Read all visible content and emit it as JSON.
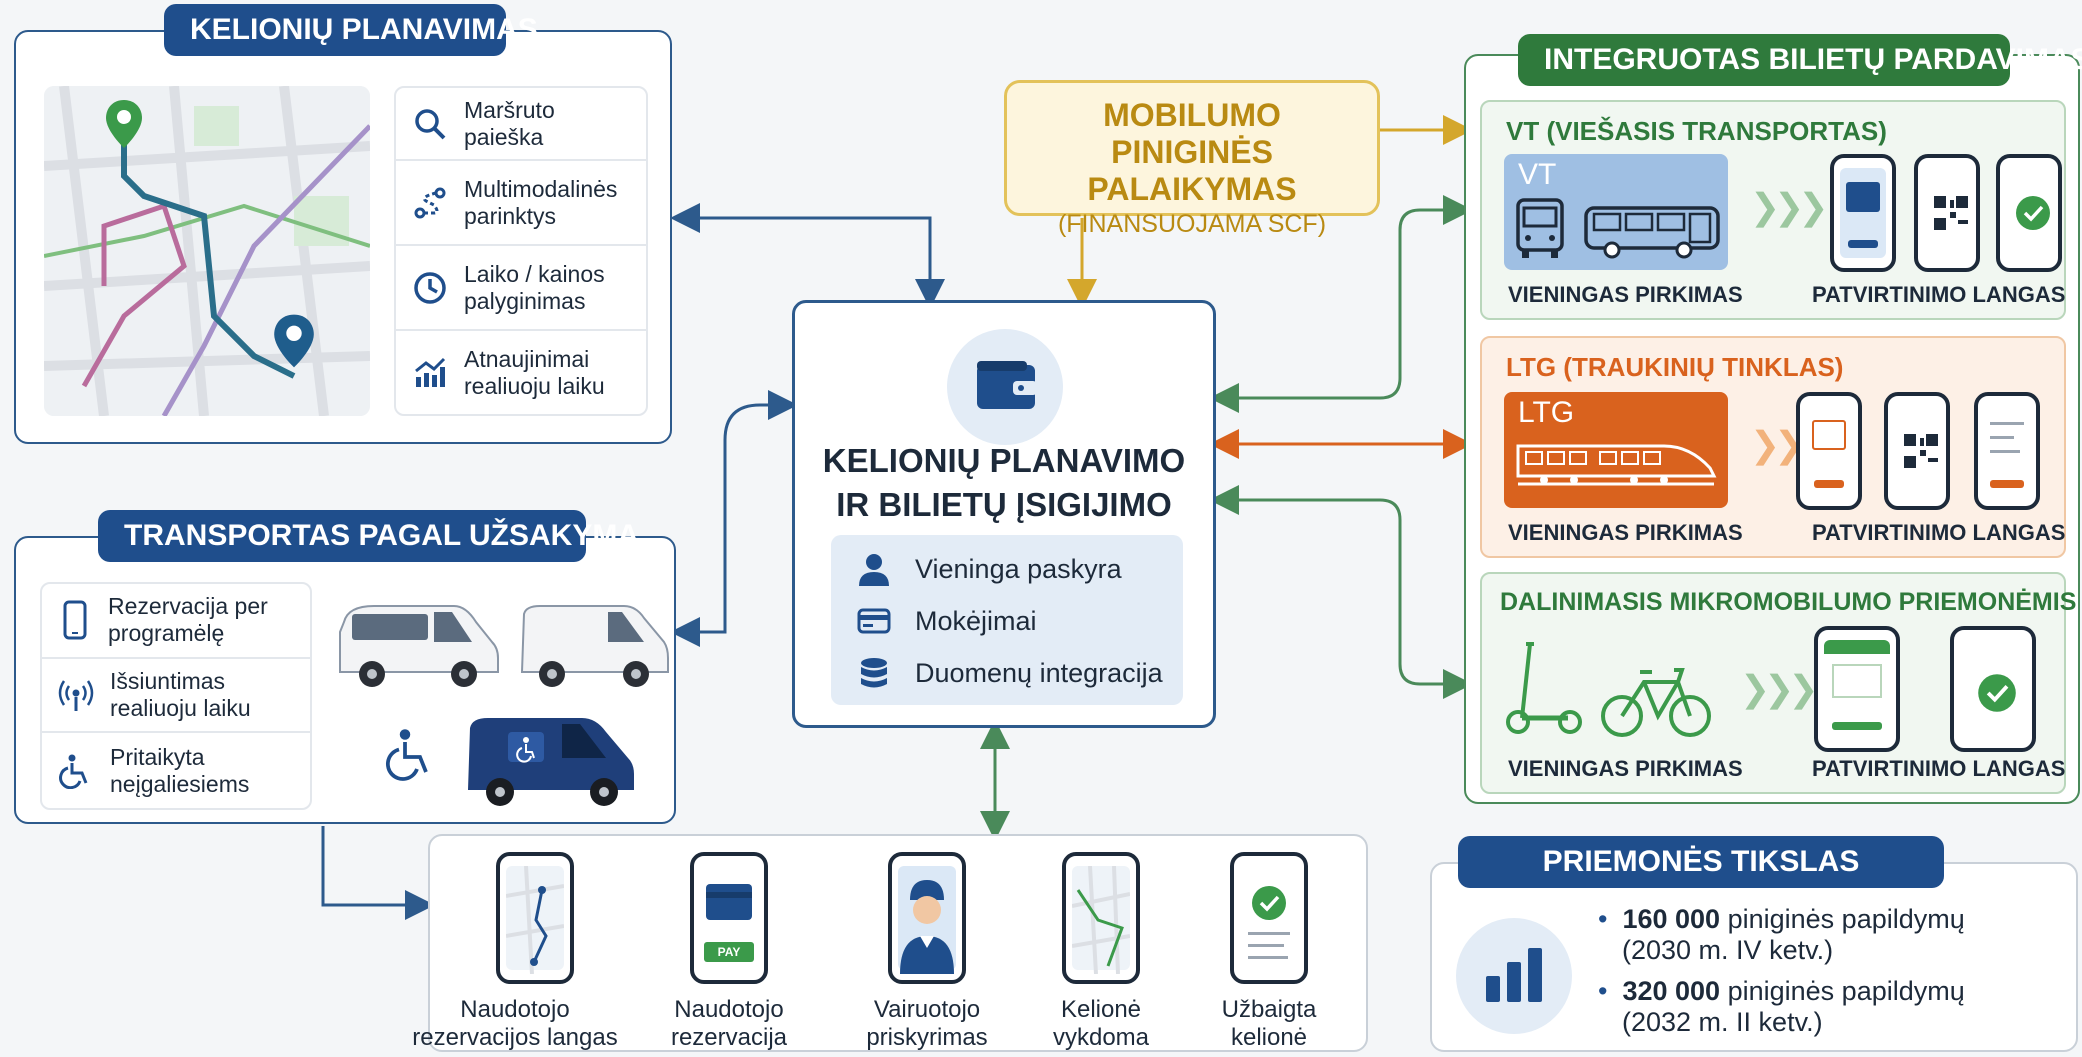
{
  "trip_planning": {
    "title": "KELIONIŲ PLANAVIMAS",
    "features": [
      {
        "icon": "search-icon",
        "label": "Maršruto paieška"
      },
      {
        "icon": "route-icon",
        "label": "Multimodalinės parinktys"
      },
      {
        "icon": "clock-icon",
        "label": "Laiko / kainos palyginimas"
      },
      {
        "icon": "chart-trend-icon",
        "label": "Atnaujinimai realiuoju laiku"
      }
    ]
  },
  "wallet_support": {
    "title": "MOBILUMO PINIGINĖS PALAIKYMAS",
    "subtitle": "(FINANSUOJAMA SCF)"
  },
  "central_system": {
    "title": "KELIONIŲ PLANAVIMO IR BILIETŲ ĮSIGIJIMO SISTEMA",
    "items": [
      {
        "icon": "user-icon",
        "label": "Vieninga paskyra"
      },
      {
        "icon": "payment-card-icon",
        "label": "Mokėjimai"
      },
      {
        "icon": "database-icon",
        "label": "Duomenų integracija"
      }
    ]
  },
  "on_demand": {
    "title": "TRANSPORTAS PAGAL UŽSAKYMĄ",
    "features": [
      {
        "icon": "smartphone-icon",
        "label": "Rezervacija per programėlę"
      },
      {
        "icon": "broadcast-icon",
        "label": "Išsiuntimas realiuoju laiku"
      },
      {
        "icon": "wheelchair-icon",
        "label": "Pritaikyta neįgaliesiems"
      }
    ]
  },
  "ticketing": {
    "title": "INTEGRUOTAS BILIETŲ PARDAVIMAS",
    "sections": [
      {
        "title": "VT (VIEŠASIS TRANSPORTAS)",
        "badge": "VT",
        "left_label": "VIENINGAS PIRKIMAS",
        "right_label": "PATVIRTINIMO LANGAS",
        "color": "#1f4e8c"
      },
      {
        "title": "LTG (TRAUKINIŲ TINKLAS)",
        "badge": "LTG",
        "left_label": "VIENINGAS PIRKIMAS",
        "right_label": "PATVIRTINIMO LANGAS",
        "color": "#d9621e"
      },
      {
        "title": "DALINIMASIS MIKROMOBILUMO PRIEMONĖMIS",
        "badge": "",
        "left_label": "VIENINGAS PIRKIMAS",
        "right_label": "PATVIRTINIMO LANGAS",
        "color": "#2f7a3c"
      }
    ]
  },
  "flow": {
    "steps": [
      {
        "line1": "Naudotojo",
        "line2": "rezervacijos langas"
      },
      {
        "line1": "Naudotojo",
        "line2": "rezervacija"
      },
      {
        "line1": "Vairuotojo",
        "line2": "priskyrimas"
      },
      {
        "line1": "Kelionė",
        "line2": "vykdoma"
      },
      {
        "line1": "Užbaigta",
        "line2": "kelionė"
      }
    ],
    "pay_label": "PAY"
  },
  "goal": {
    "title": "PRIEMONĖS TIKSLAS",
    "items": [
      {
        "value": "160 000",
        "text": "piniginės papildymų",
        "period": "(2030 m. IV ketv.)"
      },
      {
        "value": "320 000",
        "text": "piniginės papildymų",
        "period": "(2032 m. II ketv.)"
      }
    ]
  },
  "colors": {
    "blue": "#1f4e8c",
    "green": "#2f7a3c",
    "orange": "#d9621e",
    "gold": "#d4a72c"
  }
}
